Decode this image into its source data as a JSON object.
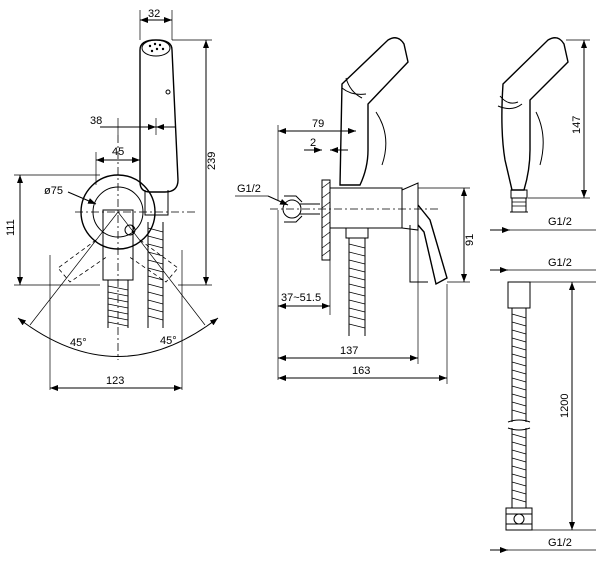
{
  "dimensions": {
    "d32": "32",
    "d239": "239",
    "d38": "38",
    "d45": "45",
    "d75": "ø75",
    "d111": "111",
    "a45_left": "45°",
    "a45_right": "45°",
    "d123": "123",
    "d79": "79",
    "d2": "2",
    "g12_side": "G1/2",
    "d91": "91",
    "d37": "37~51.5",
    "d137": "137",
    "d163": "163",
    "d147": "147",
    "g12_a": "G1/2",
    "g12_b": "G1/2",
    "d1200": "1200",
    "g12_c": "G1/2"
  }
}
